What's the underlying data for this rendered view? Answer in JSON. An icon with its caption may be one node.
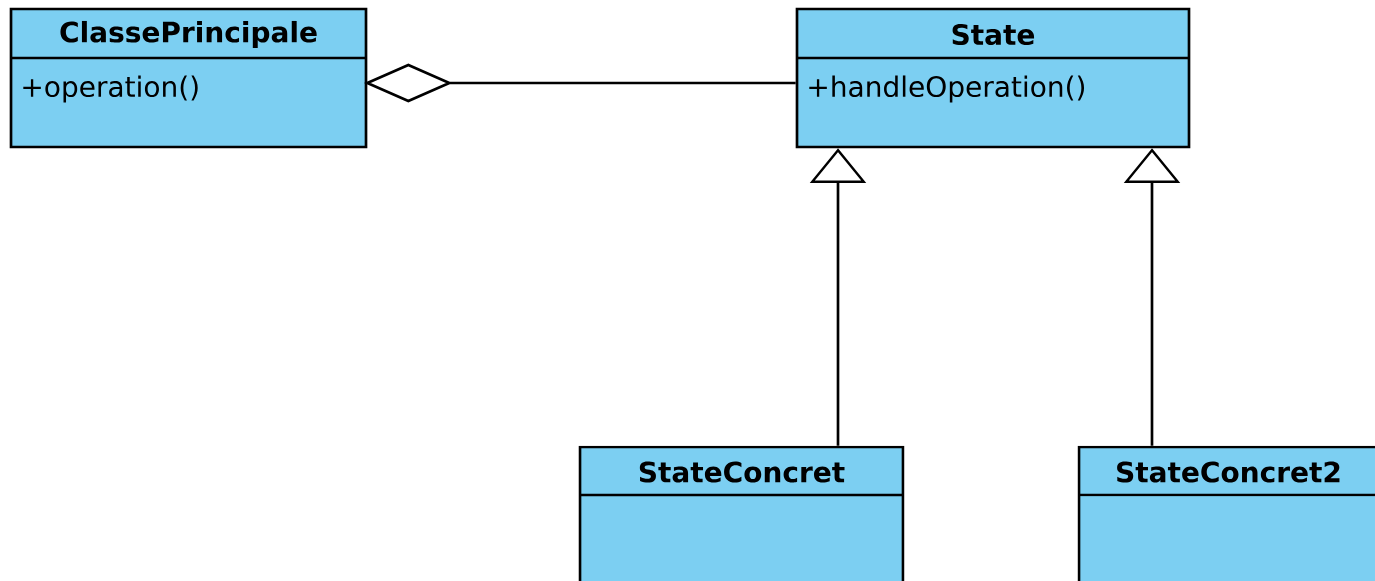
{
  "diagram": {
    "nodes": [
      {
        "text": [
          "ClassePrincipale",
          "+operation()"
        ]
      },
      {
        "text": [
          "State",
          "+handleOperation()"
        ]
      },
      {
        "text": [
          "StateConcret"
        ]
      },
      {
        "text": [
          "StateConcret2"
        ]
      }
    ],
    "edges": [
      {
        "from": 0,
        "to": 1,
        "arrow": "other"
      },
      {
        "from": 2,
        "to": 1,
        "arrow": "to"
      },
      {
        "from": 3,
        "to": 1,
        "arrow": "to"
      }
    ]
  }
}
